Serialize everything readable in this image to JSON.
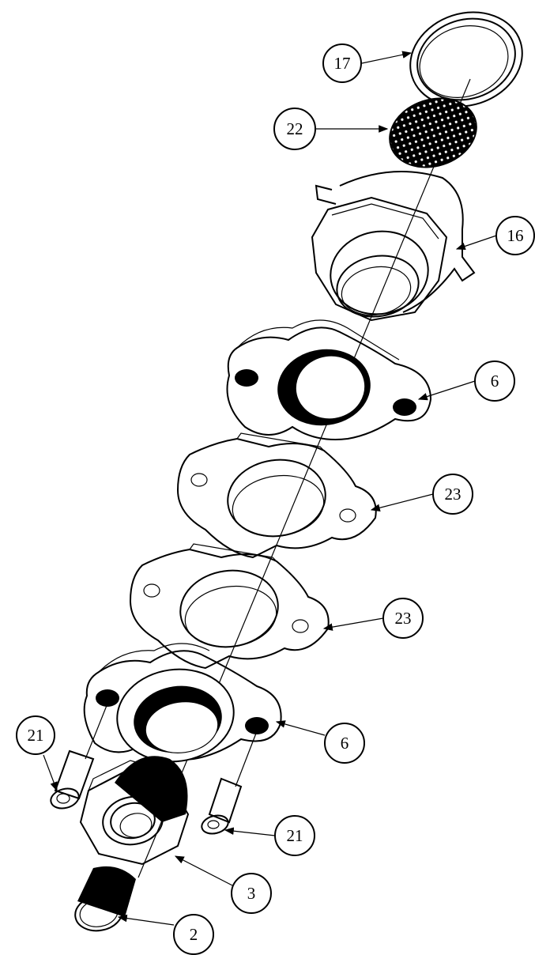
{
  "callouts": [
    {
      "id": "c17",
      "label": "17"
    },
    {
      "id": "c22",
      "label": "22"
    },
    {
      "id": "c16",
      "label": "16"
    },
    {
      "id": "c6a",
      "label": "6"
    },
    {
      "id": "c23a",
      "label": "23"
    },
    {
      "id": "c23b",
      "label": "23"
    },
    {
      "id": "c6b",
      "label": "6"
    },
    {
      "id": "c21a",
      "label": "21"
    },
    {
      "id": "c21b",
      "label": "21"
    },
    {
      "id": "c3",
      "label": "3"
    },
    {
      "id": "c2",
      "label": "2"
    }
  ],
  "colors": {
    "line": "#000000",
    "background": "#ffffff"
  }
}
